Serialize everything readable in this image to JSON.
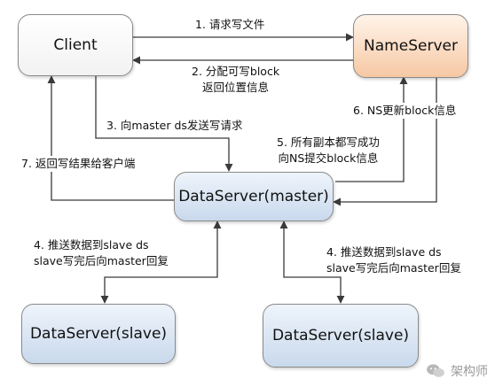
{
  "nodes": {
    "client": "Client",
    "nameserver": "NameServer",
    "master": "DataServer(master)",
    "slave_left": "DataServer(slave)",
    "slave_right": "DataServer(slave)"
  },
  "steps": {
    "s1": "1. 请求写文件",
    "s2_line1": "2. 分配可写block",
    "s2_line2": "返回位置信息",
    "s3": "3. 向master ds发送写请求",
    "s4_left_line1": "4. 推送数据到slave ds",
    "s4_left_line2": "slave写完后向master回复",
    "s4_right_line1": "4. 推送数据到slave ds",
    "s4_right_line2": "slave写完后向master回复",
    "s5_line1": "5. 所有副本都写成功",
    "s5_line2": "向NS提交block信息",
    "s6": "6. NS更新block信息",
    "s7": "7. 返回写结果给客户端"
  },
  "watermark": "架构师",
  "colors": {
    "edge": "#3a3a3a",
    "nameserver_fill": "#f6c8a4",
    "dataserver_fill": "#c9d9ec"
  }
}
